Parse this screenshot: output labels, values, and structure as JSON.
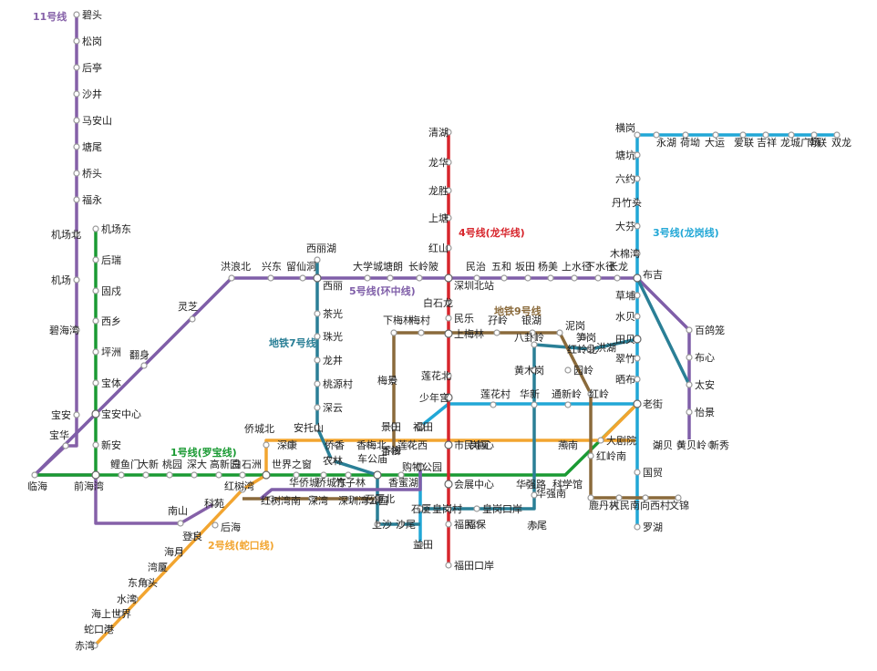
{
  "lines": {
    "l11": {
      "label": "11号线",
      "color": "#8560a8"
    },
    "l4": {
      "label": "4号线(龙华线)",
      "color": "#d7252c"
    },
    "l3": {
      "label": "3号线(龙岗线)",
      "color": "#21a7d6"
    },
    "l5": {
      "label": "5号线(环中线)",
      "color": "#7f5ea8"
    },
    "l7": {
      "label": "地铁7号线",
      "color": "#2a7f96"
    },
    "l9": {
      "label": "地铁9号线",
      "color": "#8a6a3b"
    },
    "l1": {
      "label": "1号线(罗宝线)",
      "color": "#1a9a33"
    },
    "l2": {
      "label": "2号线(蛇口线)",
      "color": "#f2a530"
    }
  },
  "stations": [
    "碧头",
    "松岗",
    "后亭",
    "沙井",
    "马安山",
    "塘尾",
    "桥头",
    "福永",
    "机场北",
    "机场",
    "碧海湾",
    "宝安",
    "宝华",
    "临海",
    "前海湾",
    "机场东",
    "后瑞",
    "固戍",
    "西乡",
    "坪洲",
    "宝体",
    "宝安中心",
    "新安",
    "翻身",
    "灵芝",
    "洪浪北",
    "兴东",
    "留仙洞",
    "西丽湖",
    "西丽",
    "大学城",
    "塘朗",
    "长岭陂",
    "深圳北站",
    "民治",
    "五和",
    "坂田",
    "杨美",
    "上水径",
    "下水径",
    "长龙",
    "布吉",
    "百鸽笼",
    "布心",
    "太安",
    "怡景",
    "清湖",
    "龙华",
    "龙胜",
    "上塘",
    "红山",
    "白石龙",
    "民乐",
    "上梅林",
    "少年宫",
    "莲花北",
    "市民中心",
    "会展中心",
    "岗厦",
    "华强路",
    "福田",
    "购物公园",
    "石厦",
    "皇岗村",
    "福民",
    "福田口岸",
    "横岗",
    "永湖",
    "荷坳",
    "大运",
    "爱联",
    "吉祥",
    "龙城广场",
    "南联",
    "双龙",
    "塘坑",
    "六约",
    "丹竹头",
    "大芬",
    "木棉湾",
    "草埔",
    "水贝",
    "田贝",
    "翠竹",
    "晒布",
    "老街",
    "大剧院",
    "红岭南",
    "国贸",
    "罗湖",
    "茶光",
    "珠光",
    "龙井",
    "桃源村",
    "深云",
    "安托山",
    "农林",
    "车公庙",
    "上沙",
    "沙尾",
    "石厦北",
    "华新",
    "黄木岗",
    "八卦岭",
    "红岭北",
    "笋岗",
    "洪湖",
    "赤尾",
    "华强南",
    "皇岗口岸",
    "下梅林",
    "梅村",
    "孖岭",
    "银湖",
    "泥岗",
    "园岭",
    "红岭",
    "鹿丹村",
    "人民南",
    "向西村",
    "文锦",
    "梅景",
    "下沙",
    "景田",
    "香梅",
    "莲花村",
    "通新岭",
    "科学馆",
    "鲤鱼门",
    "大新",
    "桃园",
    "深大",
    "高新园",
    "白石洲",
    "世界之窗",
    "华侨城",
    "侨城东",
    "竹子林",
    "香蜜湖",
    "燕南",
    "湖贝",
    "黄贝岭",
    "新秀",
    "侨香",
    "香梅北",
    "莲花西",
    "深康",
    "侨城北",
    "红树湾",
    "科苑",
    "后海",
    "登良",
    "海月",
    "湾厦",
    "东角头",
    "水湾",
    "海上世界",
    "蛇口港",
    "赤湾",
    "南山",
    "红树湾南",
    "深湾",
    "深圳湾公园",
    "益田",
    "福保"
  ],
  "interchange": [
    "宝安中心",
    "西丽",
    "深圳北站",
    "车公庙",
    "福田",
    "老街",
    "布吉",
    "田贝",
    "红岭北",
    "上梅林",
    "前海湾",
    "少年宫",
    "购物公园",
    "世界之窗",
    "会展中心",
    "华强北",
    "市民中心"
  ]
}
